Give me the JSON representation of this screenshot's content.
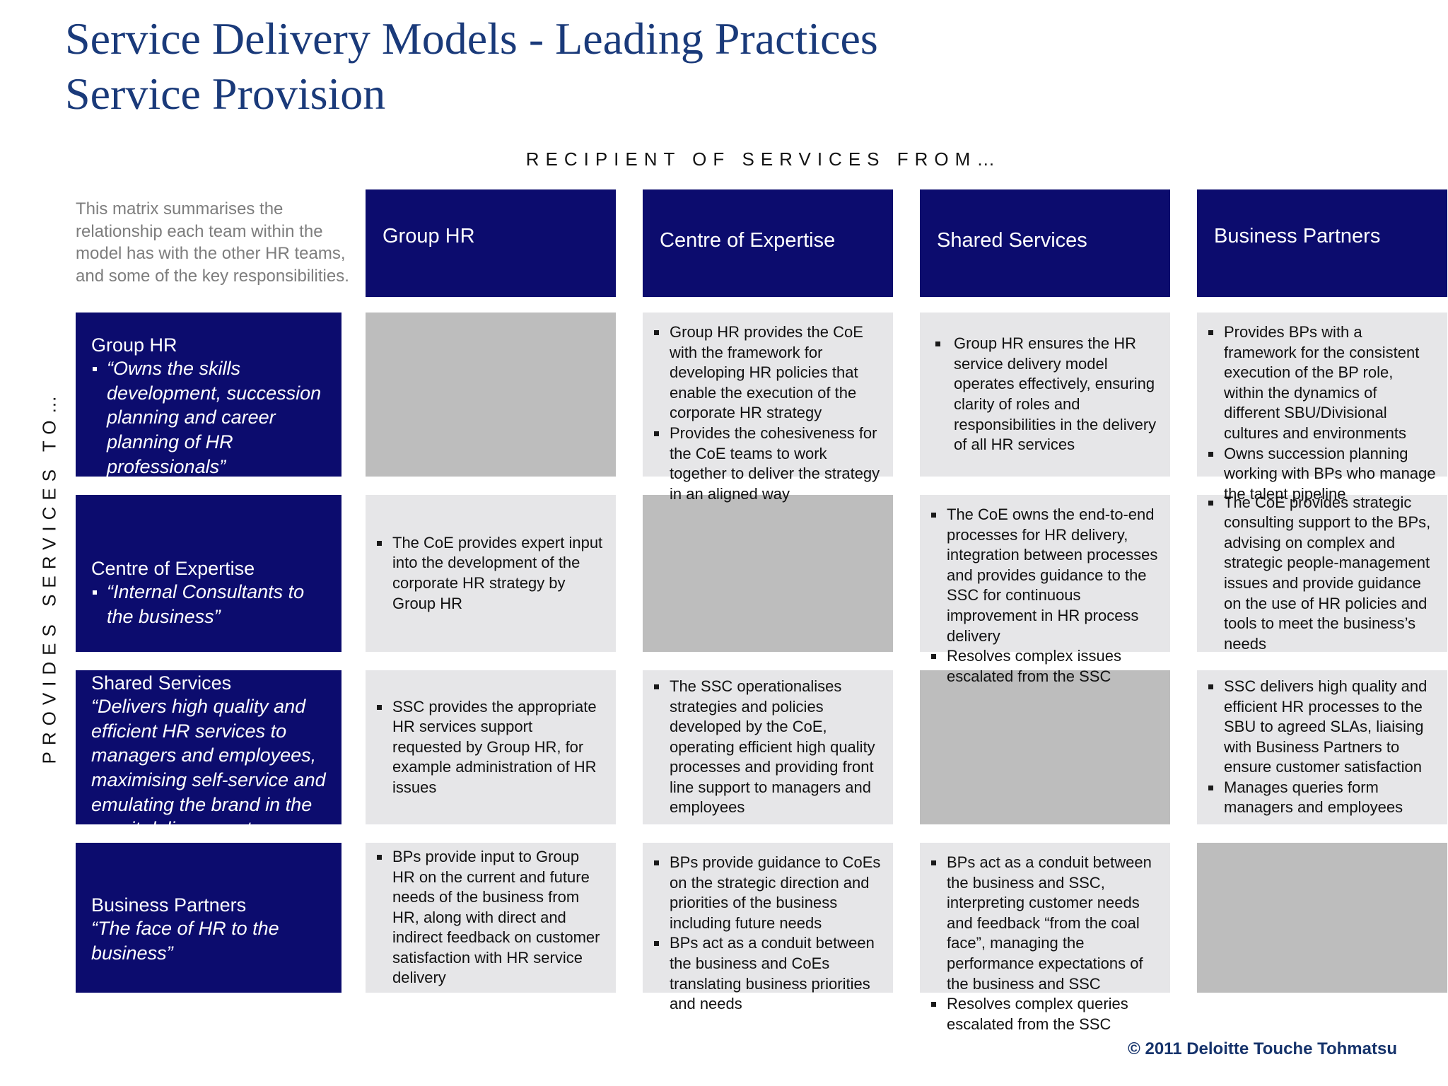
{
  "title": {
    "line1": "Service Delivery Models - Leading Practices",
    "line2": "Service Provision"
  },
  "axes": {
    "column_caption": "RECIPIENT OF SERVICES FROM…",
    "row_caption": "PROVIDES SERVICES TO…"
  },
  "intro": "This matrix summarises the relationship each team within the model has with the other HR teams, and some of the key responsibilities.",
  "columns": [
    {
      "label": "Group HR"
    },
    {
      "label": "Centre of Expertise"
    },
    {
      "label": "Shared Services"
    },
    {
      "label": "Business Partners"
    }
  ],
  "rows": [
    {
      "title": "Group HR",
      "quote": "“Owns the skills development, succession planning and career planning of HR professionals”"
    },
    {
      "title": "Centre of Expertise",
      "quote": "“Internal Consultants to the business”"
    },
    {
      "title": "Shared Services",
      "quote": "“Delivers high quality and efficient HR services to managers and employees, maximising self-service and emulating the brand in the way it delivers customer services”"
    },
    {
      "title": "Business Partners",
      "quote": "“The face of HR to the business”"
    }
  ],
  "cells": {
    "r1c1": {
      "diagonal": true,
      "bullets": []
    },
    "r1c2": {
      "diagonal": false,
      "bullets": [
        "Group HR provides the CoE with the framework for developing HR policies that enable the execution of the corporate HR strategy",
        "Provides the cohesiveness for the CoE teams to work together to deliver the strategy in an aligned way"
      ]
    },
    "r1c3": {
      "diagonal": false,
      "bullets": [
        " Group HR ensures the HR service delivery model operates effectively, ensuring clarity of roles and responsibilities in the delivery of all HR services"
      ]
    },
    "r1c4": {
      "diagonal": false,
      "bullets": [
        "Provides BPs with a framework for the consistent execution of the BP role, within the dynamics of different SBU/Divisional cultures and environments",
        "Owns succession planning working with BPs who manage the talent pipeline"
      ]
    },
    "r2c1": {
      "diagonal": false,
      "bullets": [
        "The CoE provides expert input into the development of the corporate HR strategy by Group HR"
      ]
    },
    "r2c2": {
      "diagonal": true,
      "bullets": []
    },
    "r2c3": {
      "diagonal": false,
      "bullets": [
        "The CoE owns the end-to-end processes for HR delivery, integration between processes and provides guidance to the SSC for continuous improvement in HR process delivery",
        "Resolves  complex issues escalated from the SSC"
      ]
    },
    "r2c4": {
      "diagonal": false,
      "bullets": [
        "The CoE provides strategic consulting support to the BPs, advising on complex and strategic people-management issues and provide guidance on the use of HR policies and tools to meet the business’s needs"
      ]
    },
    "r3c1": {
      "diagonal": false,
      "bullets": [
        "SSC provides the appropriate HR services support requested by Group HR, for example administration of HR issues"
      ]
    },
    "r3c2": {
      "diagonal": false,
      "bullets": [
        "The SSC operationalises strategies and policies developed by the CoE, operating efficient high quality processes and providing front line support to managers and employees"
      ]
    },
    "r3c3": {
      "diagonal": true,
      "bullets": []
    },
    "r3c4": {
      "diagonal": false,
      "bullets": [
        "SSC delivers high quality and efficient HR processes to the SBU to agreed SLAs, liaising with Business Partners to ensure customer satisfaction",
        "Manages queries form managers and employees"
      ]
    },
    "r4c1": {
      "diagonal": false,
      "bullets": [
        "BPs provide input to Group HR on the current and future needs of the business from HR, along with direct and indirect feedback on customer satisfaction with HR service delivery"
      ]
    },
    "r4c2": {
      "diagonal": false,
      "bullets": [
        "BPs provide guidance to CoEs on the strategic direction and priorities of the business including future needs",
        "BPs act as a conduit between the business and CoEs translating business priorities and needs"
      ]
    },
    "r4c3": {
      "diagonal": false,
      "bullets": [
        "BPs act as a conduit between the business and SSC, interpreting customer needs and feedback “from the coal face”, managing the performance expectations of the business and SSC",
        "Resolves complex queries escalated from the SSC"
      ]
    },
    "r4c4": {
      "diagonal": true,
      "bullets": []
    }
  },
  "footer": {
    "copyright": "© 2011 Deloitte Touche Tohmatsu"
  },
  "colors": {
    "navy": "#0c0c6e",
    "title_blue": "#1a3a7a",
    "cell_bg": "#e6e6e8",
    "diagonal_bg": "#bdbdbd",
    "intro_gray": "#7d7d7d"
  }
}
